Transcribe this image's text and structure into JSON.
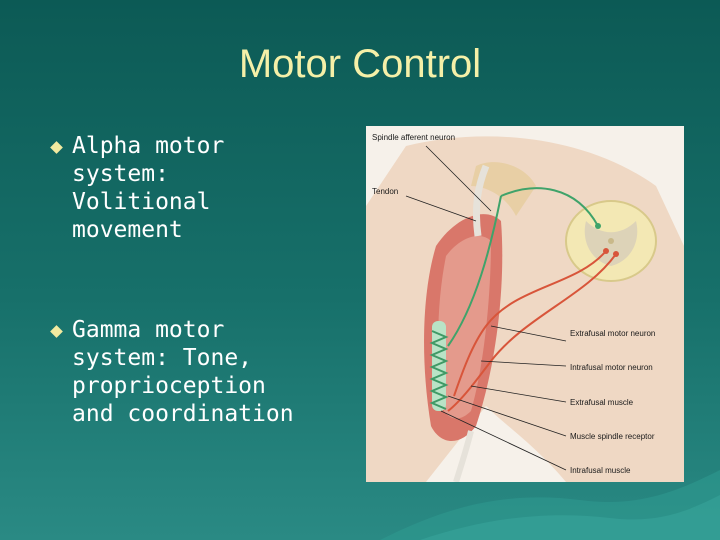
{
  "slide": {
    "title": "Motor Control"
  },
  "bullets": [
    {
      "text": "Alpha  motor\nsystem:\nVolitional\nmovement"
    },
    {
      "text": "Gamma motor\nsystem: Tone,\nproprioception\nand coordination"
    }
  ],
  "figure": {
    "labels": {
      "spindle_afferent": "Spindle afferent neuron",
      "tendon": "Tendon",
      "extrafusal_motor_neuron": "Extrafusal motor neuron",
      "intrafusal_motor_neuron": "Intrafusal motor neuron",
      "extrafusal_muscle": "Extrafusal muscle",
      "muscle_spindle_receptor": "Muscle spindle receptor",
      "intrafusal_muscle": "Intrafusal muscle"
    }
  }
}
